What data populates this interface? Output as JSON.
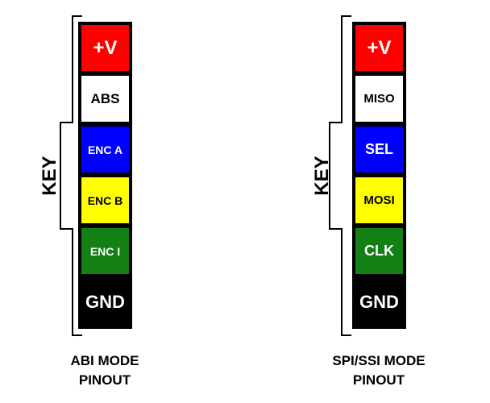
{
  "key_label": "KEY",
  "connectors": [
    {
      "id": "abi",
      "title_line1": "ABI MODE",
      "title_line2": "PINOUT",
      "pins": [
        {
          "label": "+V",
          "bg": "#ff0000",
          "fg": "#ffffff"
        },
        {
          "label": "ABS",
          "bg": "#ffffff",
          "fg": "#000000"
        },
        {
          "label": "ENC A",
          "bg": "#0000ff",
          "fg": "#ffffff"
        },
        {
          "label": "ENC B",
          "bg": "#ffff00",
          "fg": "#000000"
        },
        {
          "label": "ENC I",
          "bg": "#138014",
          "fg": "#ffffff"
        },
        {
          "label": "GND",
          "bg": "#000000",
          "fg": "#ffffff"
        }
      ]
    },
    {
      "id": "spi",
      "title_line1": "SPI/SSI MODE",
      "title_line2": "PINOUT",
      "pins": [
        {
          "label": "+V",
          "bg": "#ff0000",
          "fg": "#ffffff"
        },
        {
          "label": "MISO",
          "bg": "#ffffff",
          "fg": "#000000"
        },
        {
          "label": "SEL",
          "bg": "#0000ff",
          "fg": "#ffffff"
        },
        {
          "label": "MOSI",
          "bg": "#ffff00",
          "fg": "#000000"
        },
        {
          "label": "CLK",
          "bg": "#138014",
          "fg": "#ffffff"
        },
        {
          "label": "GND",
          "bg": "#000000",
          "fg": "#ffffff"
        }
      ]
    }
  ]
}
